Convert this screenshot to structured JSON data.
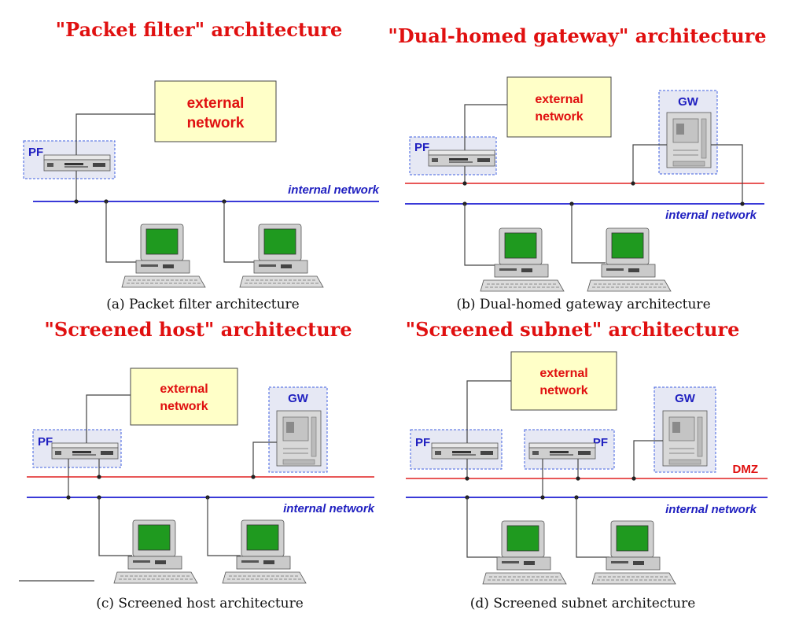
{
  "panels": {
    "a": {
      "title": "\"Packet filter\" architecture",
      "caption": "(a) Packet filter architecture",
      "external": [
        "external",
        "network"
      ],
      "pf": "PF",
      "internal": "internal network"
    },
    "b": {
      "title": "\"Dual-homed gateway\" architecture",
      "caption": "(b) Dual-homed gateway architecture",
      "external": [
        "external",
        "network"
      ],
      "pf": "PF",
      "gw": "GW",
      "internal": "internal network"
    },
    "c": {
      "title": "\"Screened host\" architecture",
      "caption": "(c) Screened host architecture",
      "external": [
        "external",
        "network"
      ],
      "pf": "PF",
      "gw": "GW",
      "internal": "internal network"
    },
    "d": {
      "title": "\"Screened subnet\" architecture",
      "caption": "(d) Screened subnet architecture",
      "external": [
        "external",
        "network"
      ],
      "pf1": "PF",
      "pf2": "PF",
      "gw": "GW",
      "dmz": "DMZ",
      "internal": "internal network"
    }
  },
  "colors": {
    "internal_line": "#3a3ad8",
    "external_line": "#e02020",
    "external_box_fill": "#ffffc8",
    "device_box_fill": "#e6e8f4",
    "device_box_border": "#4060e0",
    "screen": "#1f9a1f"
  }
}
